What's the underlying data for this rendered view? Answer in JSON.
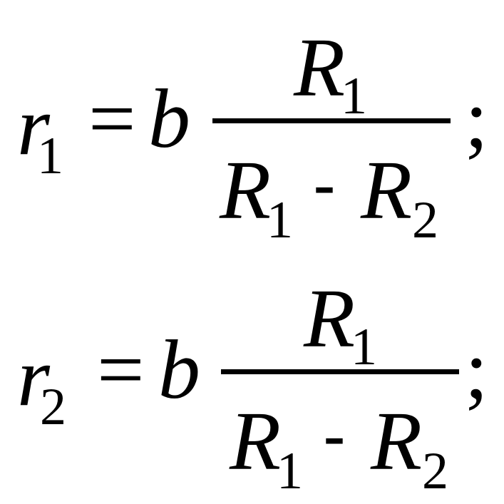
{
  "equations": [
    {
      "lhs_var": "r",
      "lhs_sub": "1",
      "equals": "=",
      "coef": "b",
      "numerator": {
        "var": "R",
        "sub": "1"
      },
      "denominator": {
        "a_var": "R",
        "a_sub": "1",
        "op": "-",
        "b_var": "R",
        "b_sub": "2"
      },
      "terminator": ";"
    },
    {
      "lhs_var": "r",
      "lhs_sub": "2",
      "equals": "=",
      "coef": "b",
      "numerator": {
        "var": "R",
        "sub": "1"
      },
      "denominator": {
        "a_var": "R",
        "a_sub": "1",
        "op": "-",
        "b_var": "R",
        "b_sub": "2"
      },
      "terminator": ";"
    }
  ]
}
